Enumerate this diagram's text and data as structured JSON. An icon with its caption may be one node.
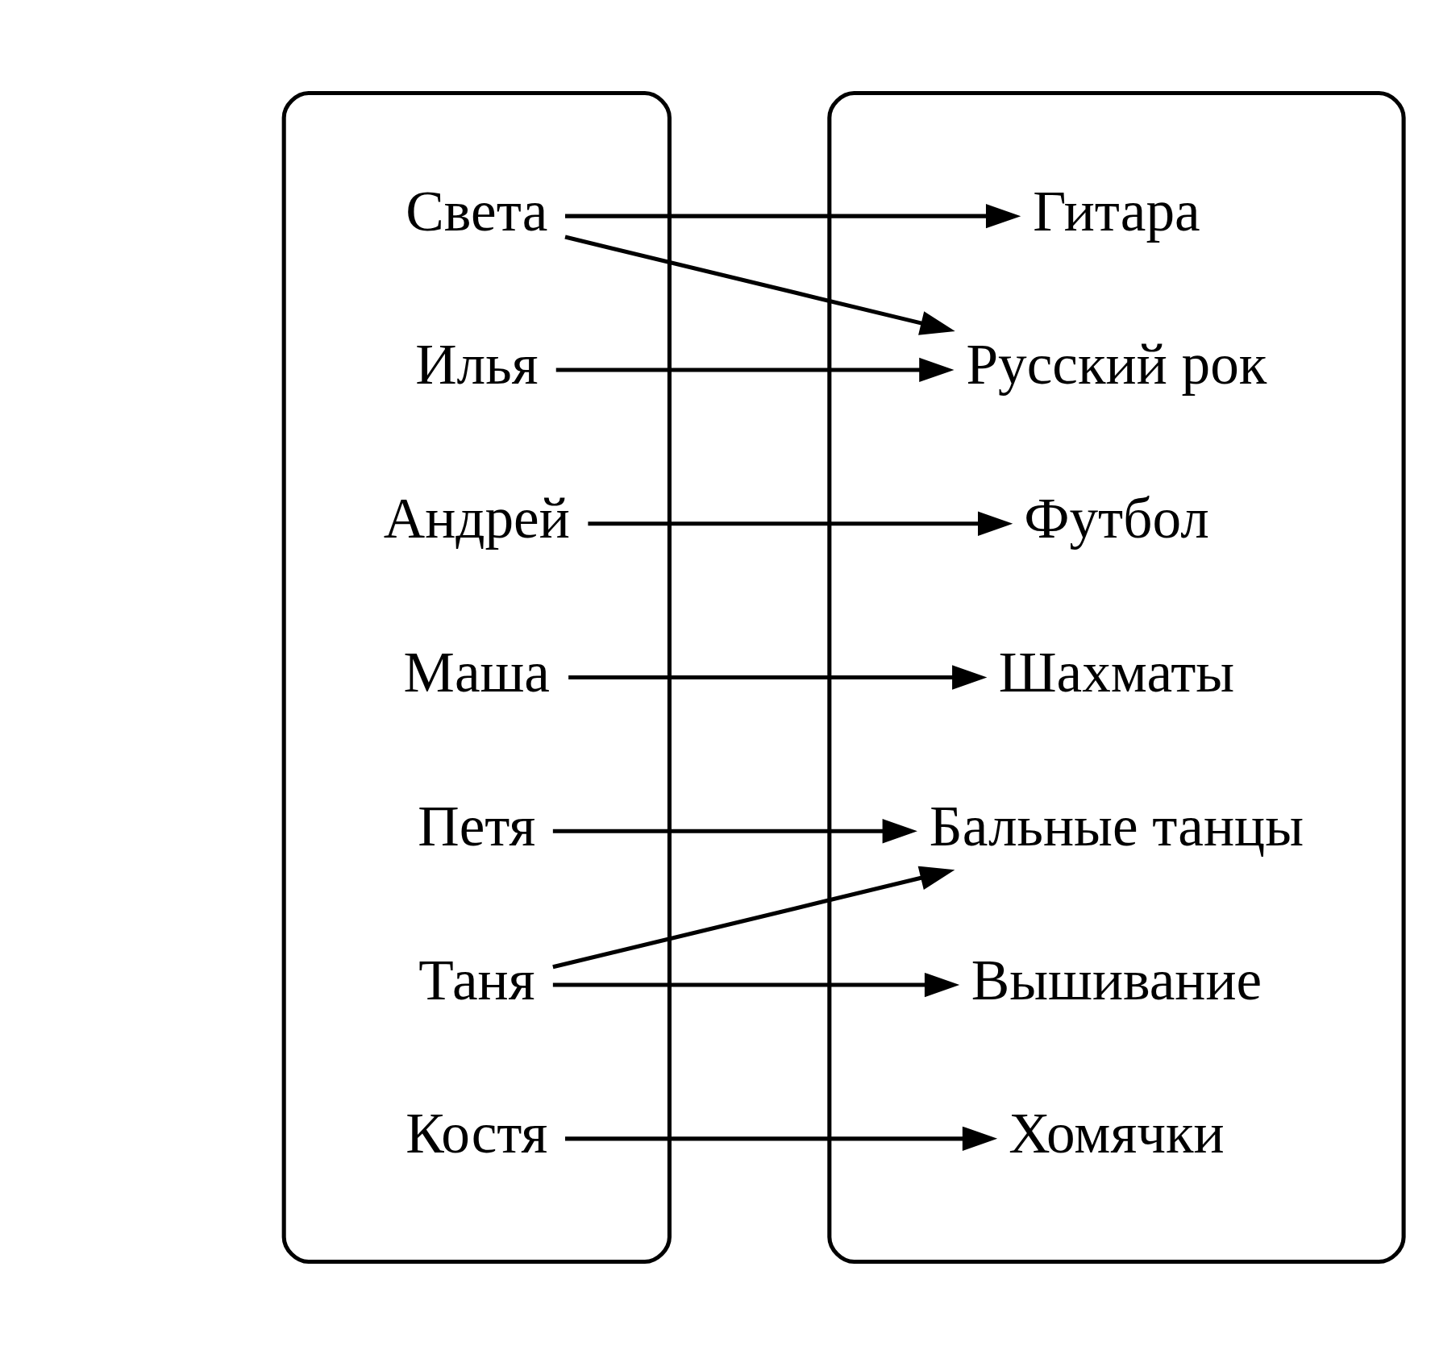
{
  "diagram": {
    "nodes": [
      {
        "text": [],
        "shape": "ellipse"
      },
      {
        "text": [
          "Света"
        ],
        "in": 0
      },
      {
        "text": [
          "Петя"
        ],
        "in": 0
      },
      {
        "text": [
          "Андрей"
        ],
        "in": 0
      },
      {
        "text": [
          "Маша"
        ],
        "in": 0
      },
      {
        "text": [
          "Илья"
        ],
        "in": 0
      },
      {
        "text": [
          "Костя"
        ],
        "in": 0
      },
      {
        "text": [
          "Таня"
        ],
        "in": 0
      },
      {
        "text": [],
        "shape": "ellipse"
      },
      {
        "text": [
          "Гитара"
        ],
        "in": 8
      },
      {
        "text": [
          "Бальные танцы"
        ],
        "in": 8
      },
      {
        "text": [
          "Футбол"
        ],
        "in": 8
      },
      {
        "text": [
          "Шахматы"
        ],
        "in": 8
      },
      {
        "text": [
          "Русский рок"
        ],
        "in": 8
      },
      {
        "text": [
          "Хомячки"
        ],
        "in": 8
      },
      {
        "text": [
          "Вышивание"
        ],
        "in": 8
      }
    ],
    "edges": [
      {
        "from": 1,
        "to": 9,
        "arrow": "to"
      },
      {
        "from": 1,
        "to": 13,
        "arrow": "to"
      },
      {
        "from": 2,
        "to": 10,
        "arrow": "to"
      },
      {
        "from": 3,
        "to": 11,
        "arrow": "to"
      },
      {
        "from": 4,
        "to": 12,
        "arrow": "to"
      },
      {
        "from": 5,
        "to": 13,
        "arrow": "to"
      },
      {
        "from": 6,
        "to": 14,
        "arrow": "to"
      },
      {
        "from": 7,
        "to": 10,
        "arrow": "to"
      },
      {
        "from": 7,
        "to": 15,
        "arrow": "to"
      }
    ]
  }
}
